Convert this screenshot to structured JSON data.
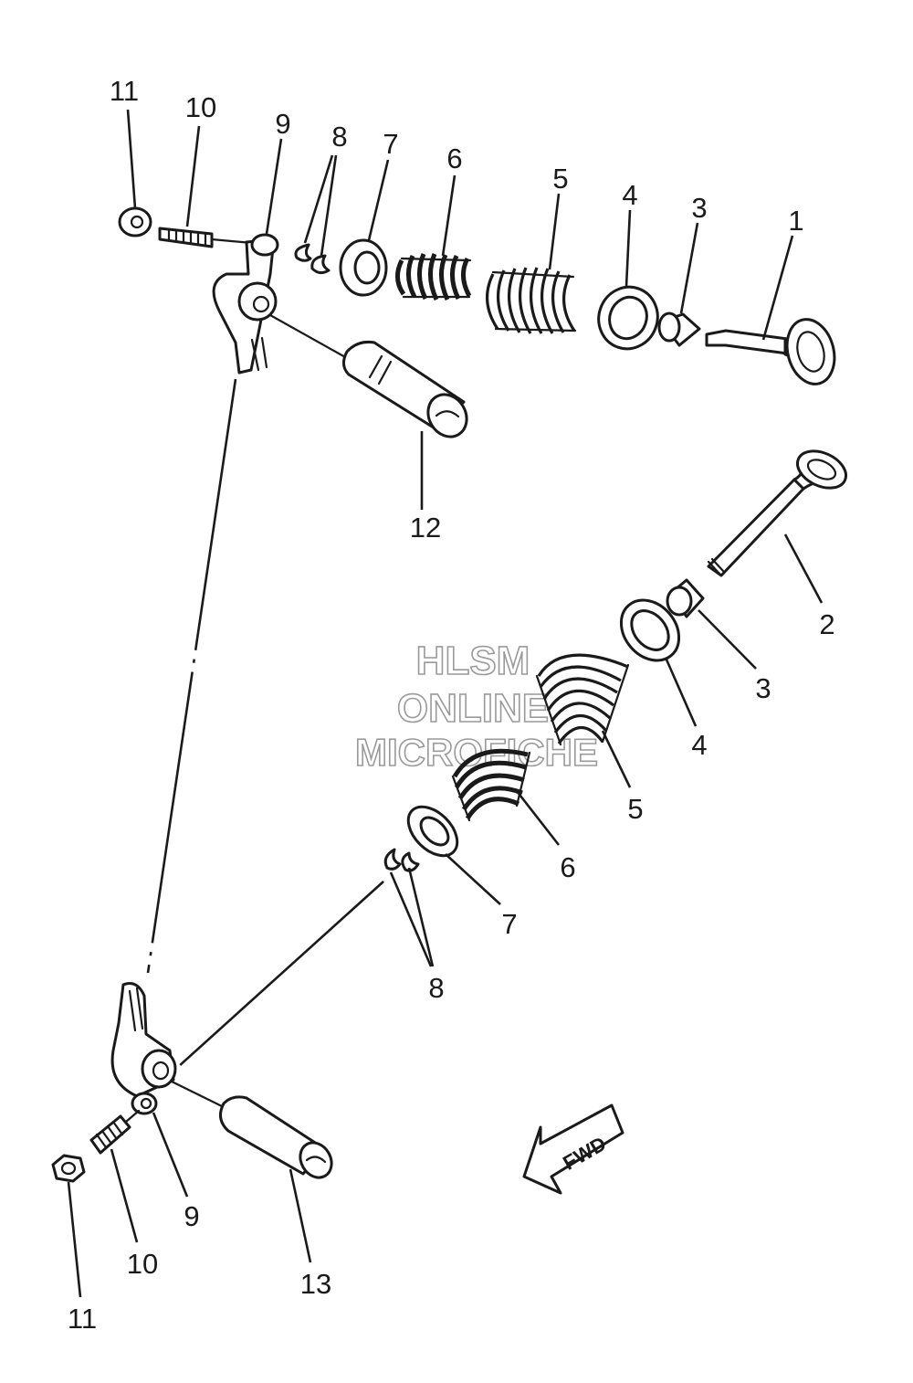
{
  "callouts": {
    "top_11": "11",
    "top_10": "10",
    "top_9": "9",
    "top_8": "8",
    "top_7": "7",
    "top_6": "6",
    "top_5": "5",
    "top_4": "4",
    "top_3": "3",
    "top_1": "1",
    "top_12": "12",
    "bot_2": "2",
    "bot_3": "3",
    "bot_4": "4",
    "bot_5": "5",
    "bot_6": "6",
    "bot_7": "7",
    "bot_8": "8",
    "bot_9": "9",
    "bot_10": "10",
    "bot_11": "11",
    "bot_13": "13"
  },
  "direction_arrow": {
    "label": "FWD"
  },
  "watermark": {
    "line1": "HLSM",
    "line2": "ONLINE",
    "line3": "MICROFICHE"
  },
  "colors": {
    "ink": "#1a1a1a",
    "watermark": "#9a9a9a",
    "background": "#ffffff"
  }
}
